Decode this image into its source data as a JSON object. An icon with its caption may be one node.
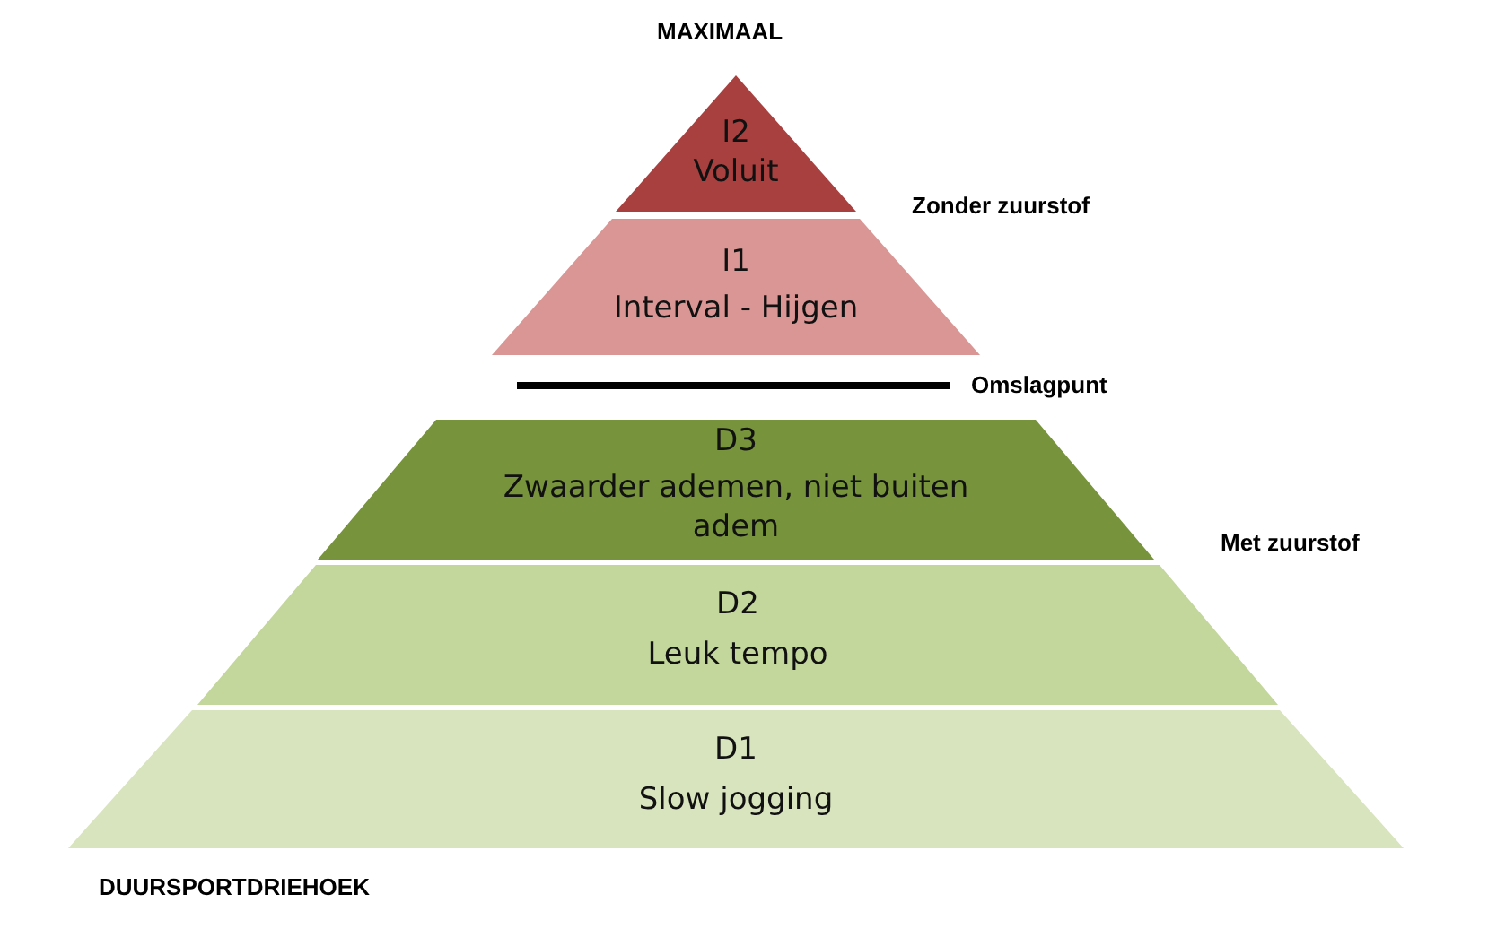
{
  "diagram": {
    "nodes": [
      {
        "text": [
          "I2",
          "Voluit"
        ]
      },
      {
        "text": [
          "I1",
          "Interval - Hijgen"
        ]
      },
      {
        "text": [
          "D3",
          "Zwaarder ademen, niet buiten adem"
        ]
      },
      {
        "text": [
          "D2",
          "Leuk tempo"
        ]
      },
      {
        "text": [
          "D1",
          "Slow jogging"
        ]
      }
    ],
    "labels": [
      "MAXIMAAL",
      "Zonder zuurstof",
      "Omslagpunt",
      "Met zuurstof",
      "DUURSPORTDRIEHOEK"
    ]
  }
}
